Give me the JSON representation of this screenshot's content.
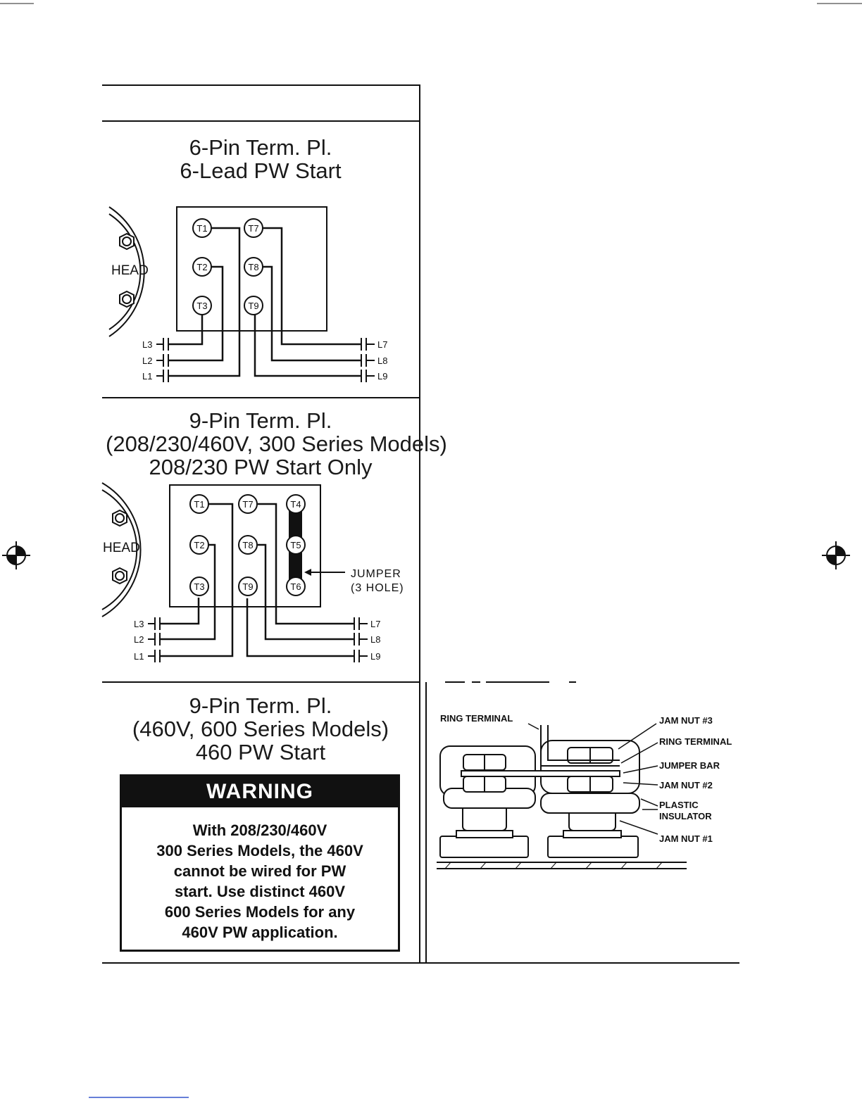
{
  "section1": {
    "title_lines": [
      "6-Pin Term. Pl.",
      "6-Lead PW Start"
    ],
    "head_label": "HEAD",
    "terminals": [
      "T1",
      "T2",
      "T3",
      "T7",
      "T8",
      "T9"
    ],
    "lines_left": [
      "L3",
      "L2",
      "L1"
    ],
    "lines_right": [
      "L7",
      "L8",
      "L9"
    ]
  },
  "section2": {
    "title_lines": [
      "9-Pin Term. Pl.",
      "(208/230/460V, 300 Series Models)",
      "208/230 PW Start Only"
    ],
    "head_label": "HEAD",
    "terminals": [
      "T1",
      "T2",
      "T3",
      "T7",
      "T8",
      "T9",
      "T4",
      "T5",
      "T6"
    ],
    "jumper_label": [
      "JUMPER",
      "(3 HOLE)"
    ],
    "lines_left": [
      "L3",
      "L2",
      "L1"
    ],
    "lines_right": [
      "L7",
      "L8",
      "L9"
    ]
  },
  "section3": {
    "title_lines": [
      "9-Pin Term. Pl.",
      "(460V, 600 Series Models)",
      "460 PW Start"
    ],
    "warning": {
      "heading": "WARNING",
      "lines": [
        "With 208/230/460V",
        "300 Series Models, the 460V",
        "cannot be wired for PW",
        "start. Use distinct 460V",
        "600 Series Models for any",
        "460V PW application."
      ]
    }
  },
  "hardware_diagram": {
    "ring_terminal_left": "RING TERMINAL",
    "jam_nut_3": "JAM NUT #3",
    "ring_terminal_right": "RING TERMINAL",
    "jumper_bar": "JUMPER BAR",
    "jam_nut_2": "JAM NUT #2",
    "plastic_insulator": [
      "PLASTIC",
      "INSULATOR"
    ],
    "jam_nut_1": "JAM NUT #1"
  }
}
